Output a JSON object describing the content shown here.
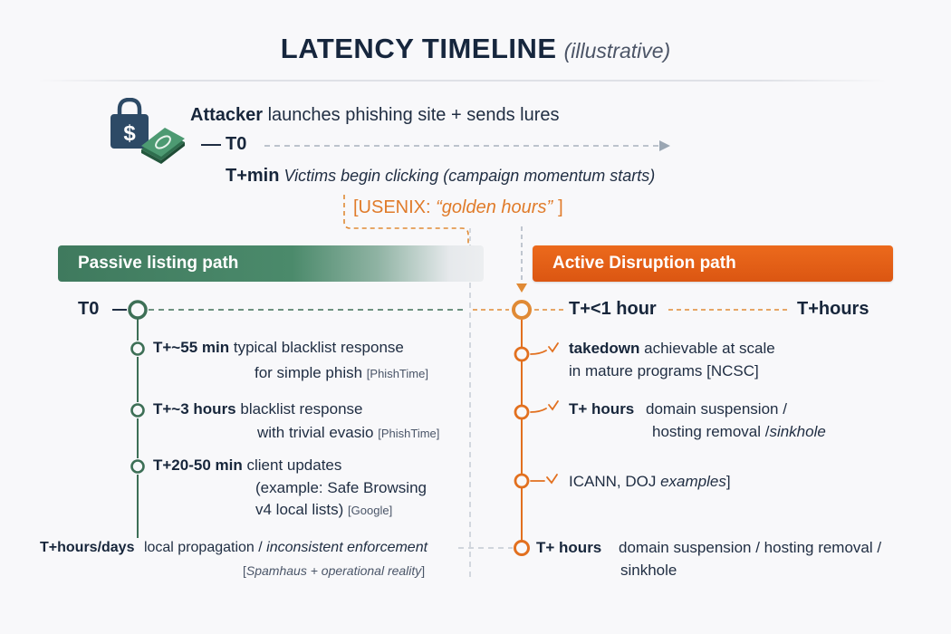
{
  "header": {
    "title": "LATENCY TIMELINE",
    "subtitle": "(illustrative)"
  },
  "attacker": {
    "icon": "lock-dollar-icon",
    "cash_icon": "cash-stack-icon",
    "headline_bold": "Attacker",
    "headline_rest": "launches phishing site + sends lures",
    "t0_label": "T0",
    "tmin_label": "T+min",
    "tmin_text": "Victims begin clicking (campaign momentum starts)",
    "usenix_open": "[USENIX: ",
    "usenix_quote": "“golden hours”",
    "usenix_close": "]"
  },
  "passive": {
    "band_label": "Passive listing path",
    "start_label": "T0",
    "events": [
      {
        "time": "T+~55 min",
        "line1": "typical blacklist response",
        "line2": "for simple phish",
        "cite": "[PhishTime]"
      },
      {
        "time": "T+~3 hours",
        "line1": "blacklist response",
        "line2": "with trivial evasio",
        "cite": "[PhishTime]"
      },
      {
        "time": "T+20-50 min",
        "line1": "client updates",
        "line2": "(example: Safe Browsing",
        "line3": "v4 local lists)",
        "cite": "[Google]"
      }
    ],
    "final": {
      "time": "T+hours/days",
      "text": "local propagation /",
      "text_italic": "inconsistent enforcement",
      "cite_open": "[",
      "cite_italic": "Spamhaus + operational reality",
      "cite_close": "]"
    }
  },
  "active": {
    "band_label": "Active Disruption path",
    "start_label": "T+<1 hour",
    "end_label": "T+hours",
    "events": [
      {
        "bold": "takedown",
        "line1": "achievable at scale",
        "line2": "in mature programs [NCSC]"
      },
      {
        "bold": "T+ hours",
        "line1": "domain suspension /",
        "line2": "hosting removal /",
        "line2_italic": "sinkhole"
      },
      {
        "line1": "ICANN, DOJ",
        "line1_italic": "examples",
        "line1_close": "]"
      }
    ],
    "final": {
      "time": "T+ hours",
      "line1": "domain suspension / hosting removal /",
      "line2": "sinkhole"
    }
  },
  "colors": {
    "navy": "#17263b",
    "green": "#3d6f56",
    "orange": "#e2701f",
    "orange_light": "#e08a35",
    "gray_dash": "#b8c0ca"
  }
}
